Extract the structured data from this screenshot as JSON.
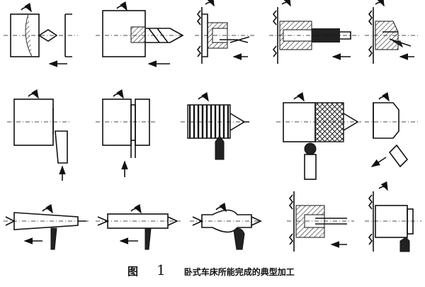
{
  "figure": {
    "label": "图",
    "number": "1",
    "title": "卧式车床所能完成的典型加工",
    "operations": [
      "center-drilling",
      "drilling",
      "boring",
      "reaming",
      "internal-cutting",
      "facing",
      "grooving",
      "threading",
      "knurling",
      "chamfer-turning",
      "taper-turning",
      "turning",
      "form-turning",
      "internal-threading",
      "parting"
    ]
  }
}
